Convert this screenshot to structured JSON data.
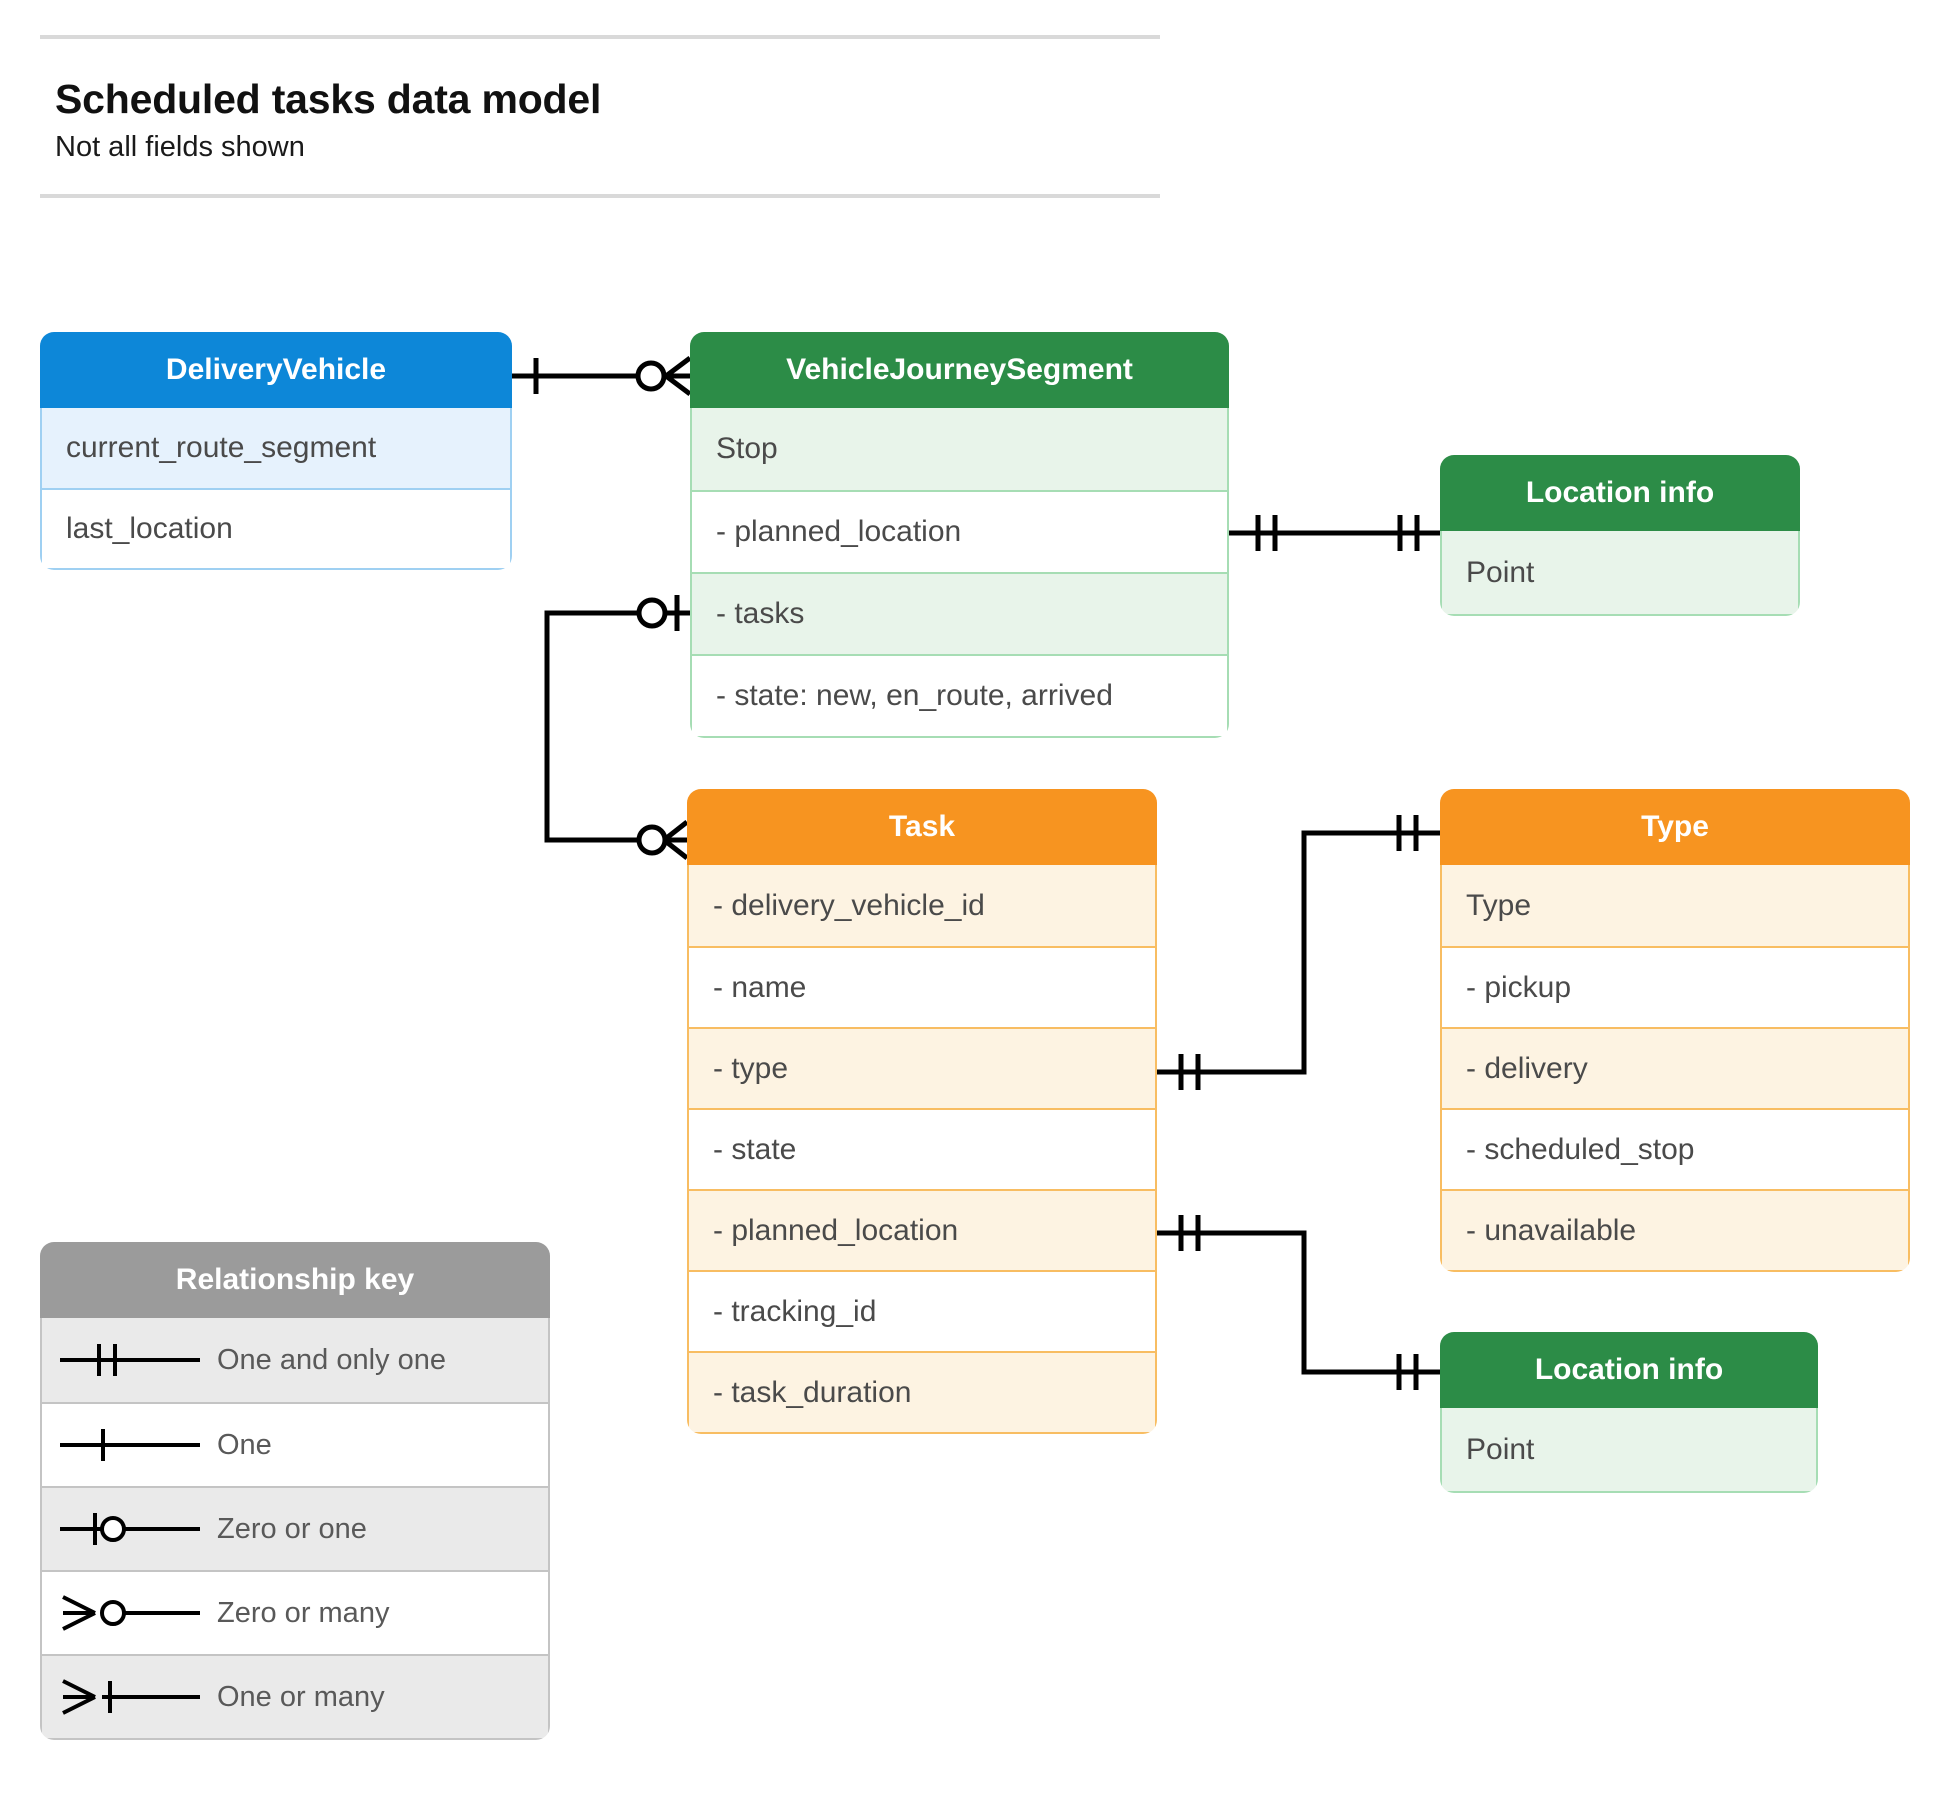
{
  "header": {
    "title": "Scheduled tasks data model",
    "subtitle": "Not all fields shown"
  },
  "colors": {
    "blue_header": "#0d87d8",
    "blue_tint": "#e6f2fd",
    "blue_border": "#9fd0f2",
    "green_header": "#2c8c47",
    "green_tint": "#e8f4ea",
    "green_border": "#a6ddb4",
    "orange_header": "#f79420",
    "orange_tint": "#fdf3e2",
    "orange_border": "#f8bd62",
    "gray_header": "#9b9b9b",
    "gray_tint": "#eaeaea",
    "gray_border": "#c4c4c4",
    "connector": "#000000",
    "text": "#4a4a4a"
  },
  "entities": {
    "delivery_vehicle": {
      "title": "DeliveryVehicle",
      "rows": [
        "current_route_segment",
        "last_location"
      ]
    },
    "vehicle_journey_segment": {
      "title": "VehicleJourneySegment",
      "rows": [
        "Stop",
        "-  planned_location",
        "- tasks",
        "- state: new, en_route, arrived"
      ]
    },
    "location_info_top": {
      "title": "Location info",
      "rows": [
        "Point"
      ]
    },
    "task": {
      "title": "Task",
      "rows": [
        "- delivery_vehicle_id",
        "- name",
        "- type",
        "- state",
        "- planned_location",
        "- tracking_id",
        "- task_duration"
      ]
    },
    "type": {
      "title": "Type",
      "rows": [
        "Type",
        "-   pickup",
        "-   delivery",
        "-   scheduled_stop",
        "-   unavailable"
      ]
    },
    "location_info_bottom": {
      "title": "Location info",
      "rows": [
        "Point"
      ]
    }
  },
  "legend": {
    "title": "Relationship key",
    "items": [
      {
        "label": "One and only one",
        "symbol": "one-and-only-one"
      },
      {
        "label": "One",
        "symbol": "one"
      },
      {
        "label": "Zero or one",
        "symbol": "zero-or-one"
      },
      {
        "label": "Zero or many",
        "symbol": "zero-or-many"
      },
      {
        "label": "One or many",
        "symbol": "one-or-many"
      }
    ]
  },
  "relationships": [
    {
      "name": "deliveryvehicle-to-vehiclejourneysegment",
      "from": "DeliveryVehicle",
      "to": "VehicleJourneySegment",
      "from_cardinality": "one",
      "to_cardinality": "zero-or-many"
    },
    {
      "name": "vehiclejourneysegment-plannedlocation-to-locationinfo",
      "from": "VehicleJourneySegment.planned_location",
      "to": "Location info",
      "from_cardinality": "one-and-only-one",
      "to_cardinality": "one-and-only-one"
    },
    {
      "name": "vehiclejourneysegment-tasks-to-task",
      "from": "VehicleJourneySegment.tasks",
      "to": "Task",
      "from_cardinality": "zero-or-one",
      "to_cardinality": "zero-or-many"
    },
    {
      "name": "task-type-to-type",
      "from": "Task.type",
      "to": "Type",
      "from_cardinality": "one-and-only-one",
      "to_cardinality": "one-and-only-one"
    },
    {
      "name": "task-plannedlocation-to-locationinfo",
      "from": "Task.planned_location",
      "to": "Location info",
      "from_cardinality": "one-and-only-one",
      "to_cardinality": "one-and-only-one"
    }
  ]
}
